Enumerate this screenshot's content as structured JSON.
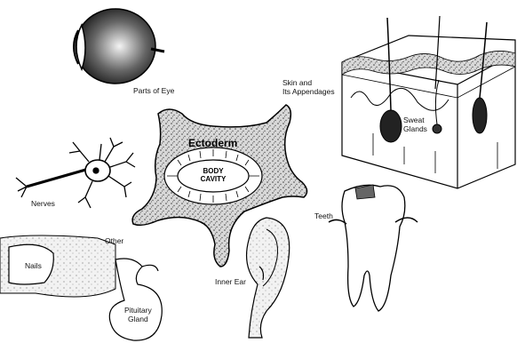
{
  "diagram": {
    "center": {
      "title": "Ectoderm",
      "cavity_label": "BODY\nCAVITY"
    },
    "labels": {
      "eye": "Parts of Eye",
      "skin": "Skin and\nIts Appendages",
      "sweat": "Sweat\nGlands",
      "nerves": "Nerves",
      "teeth": "Teeth",
      "other": "Other",
      "nails": "Nails",
      "inner_ear": "Inner Ear",
      "pituitary": "Pituitary\nGland"
    }
  }
}
